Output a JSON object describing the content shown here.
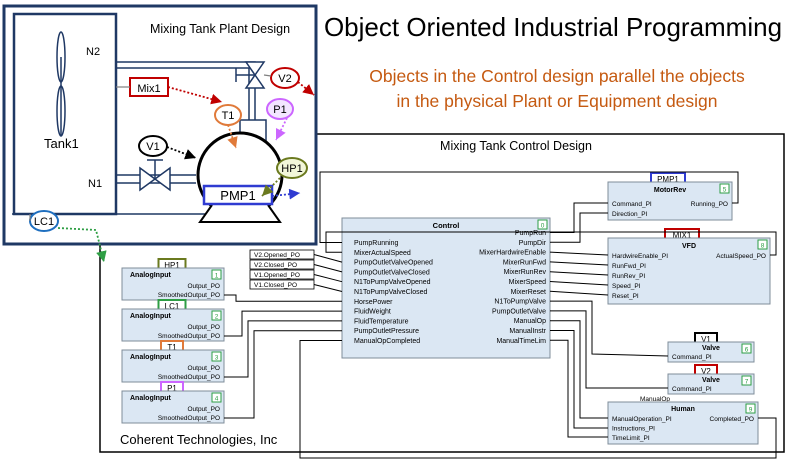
{
  "slide": {
    "title": "Object Oriented Industrial Programming",
    "subtitle_line1": "Objects in the Control design parallel the objects",
    "subtitle_line2": "in the physical Plant or Equipment design",
    "footer": "Coherent Technologies, Inc"
  },
  "colors": {
    "plant_border": "#1f3864",
    "subtitle": "#c55a11",
    "block_fill": "#dbe7f3",
    "wire": "#000000"
  },
  "plant": {
    "title": "Mixing Tank Plant Design",
    "tank": "Tank1",
    "n1": "N1",
    "n2": "N2",
    "mix1": "Mix1",
    "v1": "V1",
    "v2": "V2",
    "t1": "T1",
    "p1": "P1",
    "hp1": "HP1",
    "pmp1": "PMP1",
    "lc1": "LC1"
  },
  "control": {
    "title": "Mixing Tank Control Design",
    "main": {
      "name": "Control",
      "num": "0",
      "inputs": [
        "PumpRunning",
        "MixerActualSpeed",
        "PumpOutletValveOpened",
        "PumpOutletValveClosed",
        "N1ToPumpValveOpened",
        "N1ToPumpValveClosed",
        "HorsePower",
        "FluidWeight",
        "FluidTemperature",
        "PumpOutletPressure",
        "ManualOpCompleted"
      ],
      "outputs": [
        "PumpRun",
        "PumpDir",
        "MixerHardwireEnable",
        "MixerRunFwd",
        "MixerRunRev",
        "MixerSpeed",
        "MixerReset",
        "N1ToPumpValve",
        "PumpOutletValve",
        "ManualOp",
        "ManualInstr",
        "ManualTimeLim"
      ]
    },
    "tags": [
      "V2.Opened_PO",
      "V2.Closed_PO",
      "V1.Opened_PO",
      "V1.Closed_PO"
    ],
    "analog": [
      {
        "tag": "HP1",
        "name": "AnalogInput",
        "num": "1",
        "out1": "Output_PO",
        "out2": "SmoothedOutput_PO"
      },
      {
        "tag": "LC1",
        "name": "AnalogInput",
        "num": "2",
        "out1": "Output_PO",
        "out2": "SmoothedOutput_PO"
      },
      {
        "tag": "T1",
        "name": "AnalogInput",
        "num": "3",
        "out1": "Output_PO",
        "out2": "SmoothedOutput_PO"
      },
      {
        "tag": "P1",
        "name": "AnalogInput",
        "num": "4",
        "out1": "Output_PO",
        "out2": "SmoothedOutput_PO"
      }
    ],
    "motor": {
      "tag": "PMP1",
      "name": "MotorRev",
      "num": "5",
      "in": [
        "Command_PI",
        "Direction_PI"
      ],
      "out": "Running_PO"
    },
    "vfd": {
      "tag": "MIX1",
      "name": "VFD",
      "num": "8",
      "in": [
        "HardwireEnable_PI",
        "RunFwd_PI",
        "RunRev_PI",
        "Speed_PI",
        "Reset_PI"
      ],
      "out": "ActualSpeed_PO"
    },
    "valve1": {
      "tag": "V1",
      "name": "Valve",
      "num": "6",
      "in": "Command_PI"
    },
    "valve2": {
      "tag": "V2",
      "name": "Valve",
      "num": "7",
      "in": "Command_PI"
    },
    "human": {
      "name": "Human",
      "num": "9",
      "top": "ManualOp",
      "in": [
        "ManualOperation_PI",
        "Instructions_PI",
        "TimeLimit_PI"
      ],
      "out": "Completed_PO"
    }
  }
}
